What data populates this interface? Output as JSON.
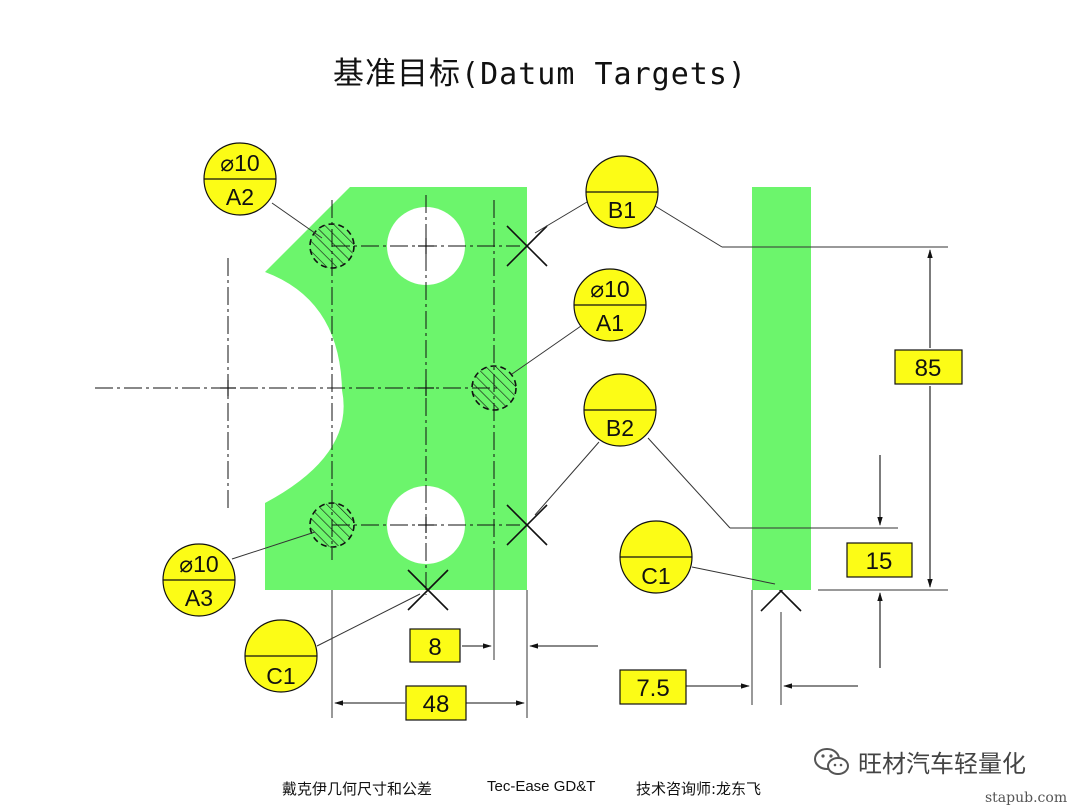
{
  "title": {
    "cjk": "基准目标",
    "latin": "(Datum Targets)"
  },
  "datum_targets": {
    "a1": {
      "top": "⌀10",
      "bottom": "A1"
    },
    "a2": {
      "top": "⌀10",
      "bottom": "A2"
    },
    "a3": {
      "top": "⌀10",
      "bottom": "A3"
    },
    "b1": {
      "top": "",
      "bottom": "B1"
    },
    "b2": {
      "top": "",
      "bottom": "B2"
    },
    "c1_left": {
      "top": "",
      "bottom": "C1"
    },
    "c1_right": {
      "top": "",
      "bottom": "C1"
    }
  },
  "dimensions": {
    "d85": "85",
    "d15": "15",
    "d8": "8",
    "d48": "48",
    "d75": "7.5"
  },
  "footer": {
    "left": "戴克伊几何尺寸和公差",
    "middle": "Tec-Ease GD&T",
    "right": "技术咨询师:龙东飞"
  },
  "watermark": {
    "text": "旺材汽车轻量化",
    "icon": "wechat-icon"
  },
  "site": "stapub.com",
  "colors": {
    "part_fill": "#6cf56c",
    "symbol_fill": "#fcfc16",
    "line": "#111111"
  }
}
